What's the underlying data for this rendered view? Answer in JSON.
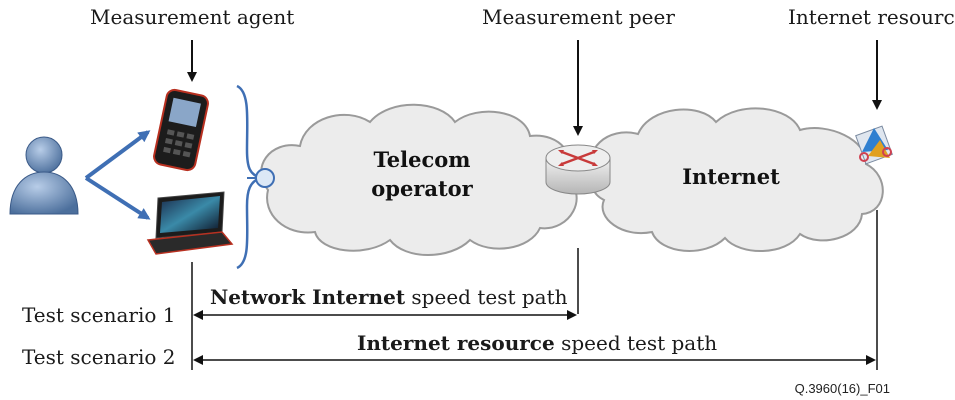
{
  "labels": {
    "measurement_agent": "Measurement agent",
    "measurement_peer": "Measurement peer",
    "internet_resource": "Internet resourc"
  },
  "clouds": {
    "telecom_line1": "Telecom",
    "telecom_line2": "operator",
    "internet": "Internet"
  },
  "scenarios": [
    {
      "name": "Test scenario 1",
      "bold": "Network Internet",
      "rest": " speed test path"
    },
    {
      "name": "Test scenario 2",
      "bold": "Internet resource",
      "rest": " speed test path"
    }
  ],
  "figure_id": "Q.3960(16)_F01",
  "icons": {
    "user": "user-icon",
    "phone": "mobile-phone-icon",
    "laptop": "laptop-icon",
    "router": "router-icon",
    "resource": "internet-resource-icon"
  },
  "colors": {
    "cloud_fill": "#ececec",
    "cloud_stroke": "#9a9a9a",
    "blue": "#3f6fb4",
    "router": "#d8d8d8",
    "router_arrows": "#c83a3a"
  }
}
